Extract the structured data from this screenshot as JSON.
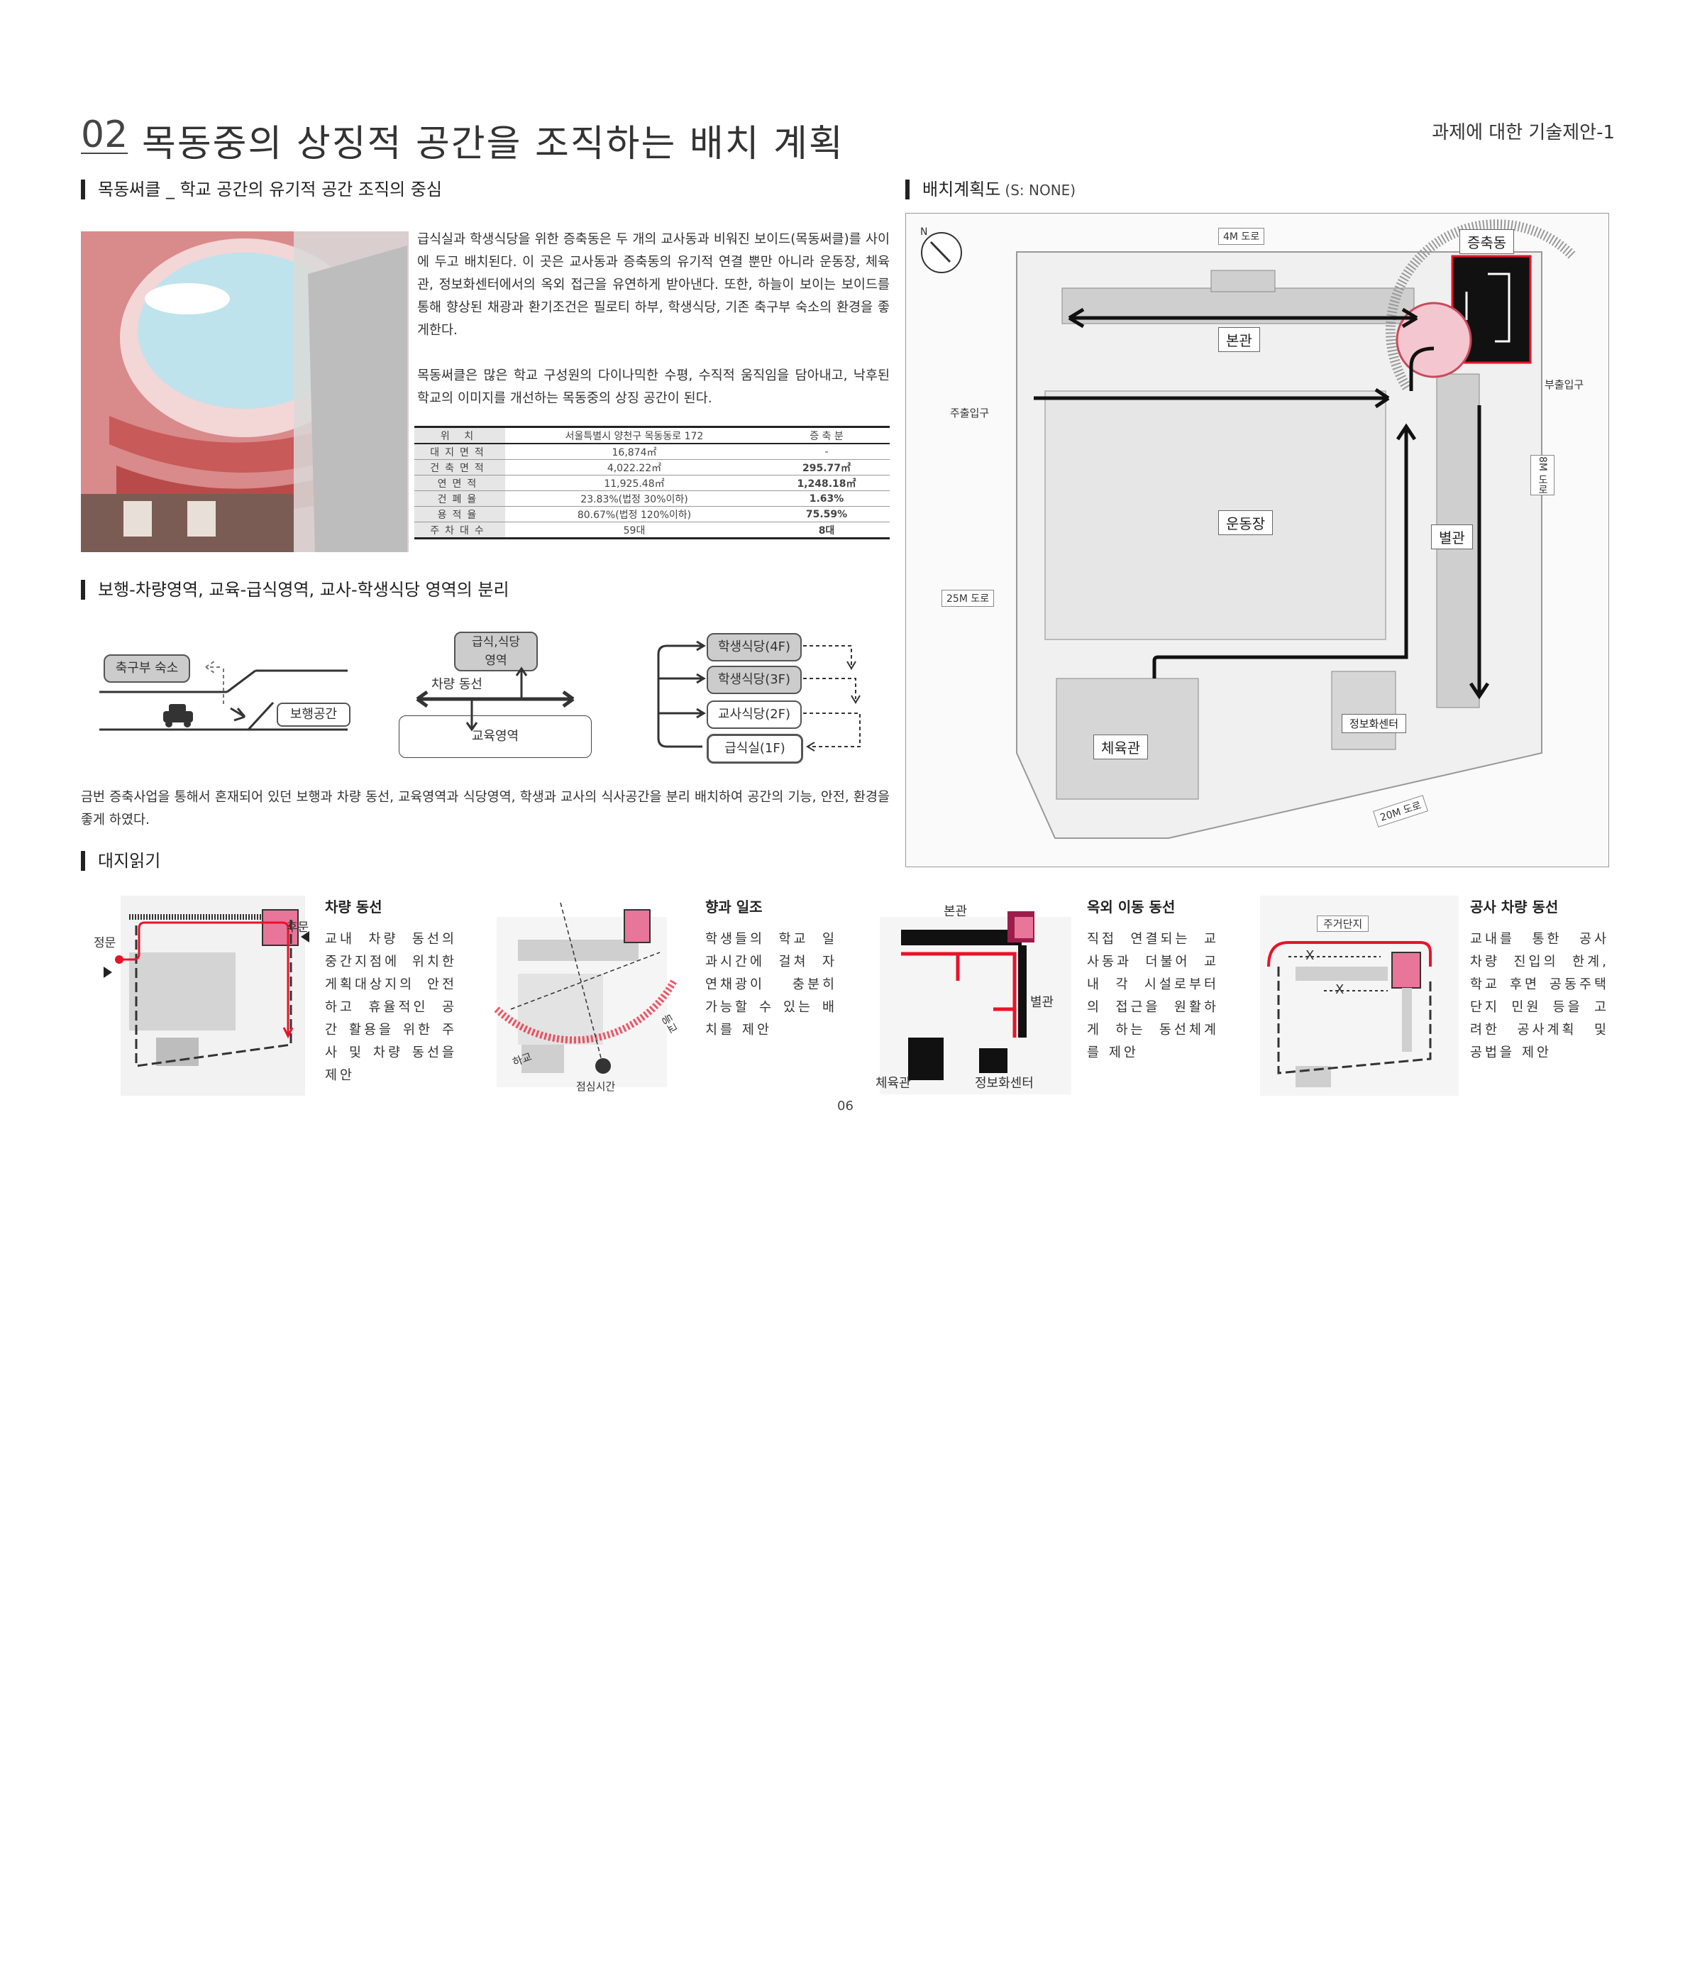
{
  "header": {
    "num": "02",
    "title": "목동중의 상징적 공간을 조직하는 배치 계획",
    "corner": "과제에 대한 기술제안-1"
  },
  "section1": {
    "heading": "목동써클 _ 학교 공간의 유기적 공간 조직의 중심",
    "para1": "급식실과 학생식당을 위한 증축동은 두 개의 교사동과 비워진 보이드(목동써클)를 사이에 두고 배치된다. 이 곳은 교사동과 증축동의 유기적 연결 뿐만 아니라 운동장, 체육관, 정보화센터에서의 옥외 접근을 유연하게 받아낸다. 또한, 하늘이 보이는 보이드를 통해 향상된 채광과 환기조건은 필로티 하부, 학생식당, 기존 축구부 숙소의 환경을 좋게한다.",
    "para2": "목동써클은 많은 학교 구성원의 다이나믹한 수평, 수직적 움직임을 담아내고, 낙후된 학교의 이미지를 개선하는 목동중의 상징 공간이 된다.",
    "table": {
      "head": [
        "위 치",
        "서울특별시 양천구 목동동로 172",
        "증 축 분"
      ],
      "rows": [
        [
          "대지면적",
          "16,874㎡",
          "-"
        ],
        [
          "건축면적",
          "4,022.22㎡",
          "295.77㎡"
        ],
        [
          "연면적",
          "11,925.48㎡",
          "1,248.18㎡"
        ],
        [
          "건폐율",
          "23.83%(법정 30%이하)",
          "1.63%"
        ],
        [
          "용적율",
          "80.67%(법정 120%이하)",
          "75.59%"
        ],
        [
          "주차대수",
          "59대",
          "8대"
        ]
      ]
    }
  },
  "section2": {
    "heading": "보행-차량영역, 교육-급식영역, 교사-학생식당 영역의 분리",
    "d1": {
      "dorm": "축구부 숙소",
      "walk": "보행공간"
    },
    "d2": {
      "top": "급식,식당\n영역",
      "road": "차량 동선",
      "edu": "교육영역"
    },
    "d3": {
      "items": [
        "학생식당(4F)",
        "학생식당(3F)",
        "교사식당(2F)",
        "급식실(1F)"
      ]
    },
    "para": "금번 증축사업을 통해서 혼재되어 있던 보행과 차량 동선, 교육영역과 식당영역, 학생과 교사의 식사공간을 분리 배치하여 공간의 기능, 안전, 환경을 좋게 하였다."
  },
  "section3": {
    "heading": "대지읽기",
    "cards": [
      {
        "title": "차량 동선",
        "text": "교내 차량 동선의 중간지점에 위치한 게획대상지의 안전하고 휴율적인 공간 활용을 위한 주사 및 차량 동선을 제안",
        "labels": [
          "정문",
          "후문"
        ]
      },
      {
        "title": "향과 일조",
        "text": "학생들의 학교 일과시간에 걸쳐 자연채광이 충분히 가능할 수 있는 배치를 제안",
        "labels": [
          "하교",
          "등교",
          "점심시간",
          "S"
        ]
      },
      {
        "title": "옥외 이동 동선",
        "text": "직접 연결되는 교사동과 더불어 교내 각 시설로부터의 접근을 원활하게 하는 동선체계를 제안",
        "labels": [
          "본관",
          "별관",
          "체육관",
          "정보화센터"
        ]
      },
      {
        "title": "공사 차량 동선",
        "text": "교내를 통한 공사 차량 진입의 한계, 학교 후면 공동주택 단지 민원 등을 고려한 공사계획 및 공법을 제안",
        "labels": [
          "주거단지",
          "X",
          "X"
        ]
      }
    ]
  },
  "siteplan": {
    "heading": "배치계획도",
    "scale": "(S: NONE)",
    "roads": {
      "r4": "4M 도로",
      "r8": "8M 도로",
      "r25": "25M 도로",
      "r20": "20M 도로"
    },
    "buildings": {
      "ext": "증축동",
      "main": "본관",
      "annex": "별관",
      "ground": "운동장",
      "gym": "체육관",
      "info": "정보화센터"
    },
    "entries": {
      "main": "주출입구",
      "sub": "부출입구"
    },
    "north": "N"
  },
  "page": "06",
  "colors": {
    "accent": "#e8132a",
    "pink": "#e8759a",
    "circle": "#d67b7b",
    "gray": "#cfcfcf"
  }
}
